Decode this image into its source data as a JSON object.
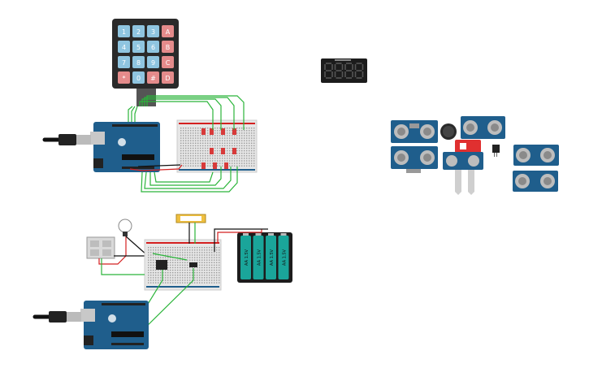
{
  "keypad": {
    "keys": [
      [
        "1",
        "2",
        "3",
        "A"
      ],
      [
        "4",
        "5",
        "6",
        "B"
      ],
      [
        "7",
        "8",
        "9",
        "C"
      ],
      [
        "*",
        "0",
        "#",
        "D"
      ]
    ]
  },
  "battery": {
    "cells": [
      "AA 1.5V",
      "AA 1.5V",
      "AA 1.5V",
      "AA 1.5V"
    ]
  },
  "colors": {
    "arduino": "#1f5e8c",
    "wire_green": "#2bb53a",
    "wire_red": "#d42020",
    "keypad_key": "#8fc5e0",
    "keypad_letter": "#e48b8b"
  }
}
